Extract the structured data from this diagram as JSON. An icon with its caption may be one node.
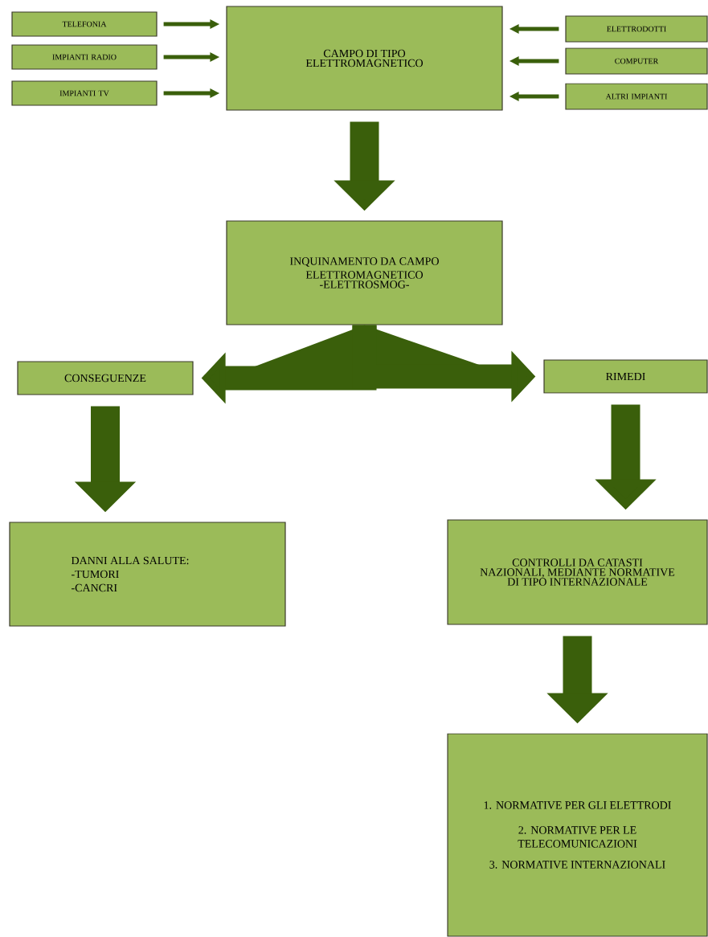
{
  "diagram": {
    "nodes": [
      {
        "text": [
          "TELEFONIA"
        ]
      },
      {
        "text": [
          "IMPIANTI RADIO"
        ]
      },
      {
        "text": [
          "IMPIANTI TV"
        ]
      },
      {
        "text": [
          "CAMPO DI TIPO ELETTROMAGNETICO"
        ]
      },
      {
        "text": [
          "ELETTRODOTTI"
        ]
      },
      {
        "text": [
          "COMPUTER"
        ]
      },
      {
        "text": [
          "ALTRI IMPIANTI"
        ]
      },
      {
        "text": [
          "INQUINAMENTO DA CAMPO ELETTROMAGNETICO",
          "-ELETTROSMOG-"
        ]
      },
      {
        "text": [
          "CONSEGUENZE"
        ]
      },
      {
        "text": [
          "RIMEDI"
        ]
      },
      {
        "text": [
          "DANNI ALLA SALUTE:",
          "-TUMORI",
          "-CANCRI"
        ]
      },
      {
        "text": [
          "CONTROLLI DA CATASTI NAZIONALI, MEDIANTE NORMATIVE DI TIPO INTERNAZIONALE"
        ]
      },
      {
        "text": [
          "1. NORMATIVE PER GLI ELETTRODI",
          "2. NORMATIVE PER LE TELECOMUNICAZIONI",
          "3. NORMATIVE INTERNAZIONALI"
        ]
      }
    ],
    "edges": [
      {
        "from": 0,
        "to": 3,
        "arrow": "to"
      },
      {
        "from": 1,
        "to": 3,
        "arrow": "to"
      },
      {
        "from": 2,
        "to": 3,
        "arrow": "to"
      },
      {
        "from": 4,
        "to": 3,
        "arrow": "to"
      },
      {
        "from": 5,
        "to": 3,
        "arrow": "to"
      },
      {
        "from": 6,
        "to": 3,
        "arrow": "to"
      },
      {
        "from": 3,
        "to": 7,
        "arrow": "to",
        "style": "thick"
      },
      {
        "from": 7,
        "to": 8,
        "arrow": "to",
        "style": "thick"
      },
      {
        "from": 7,
        "to": 9,
        "arrow": "to",
        "style": "thick"
      },
      {
        "from": 8,
        "to": 10,
        "arrow": "to",
        "style": "thick"
      },
      {
        "from": 9,
        "to": 11,
        "arrow": "to",
        "style": "thick"
      },
      {
        "from": 11,
        "to": 12,
        "arrow": "to",
        "style": "thick"
      }
    ]
  }
}
